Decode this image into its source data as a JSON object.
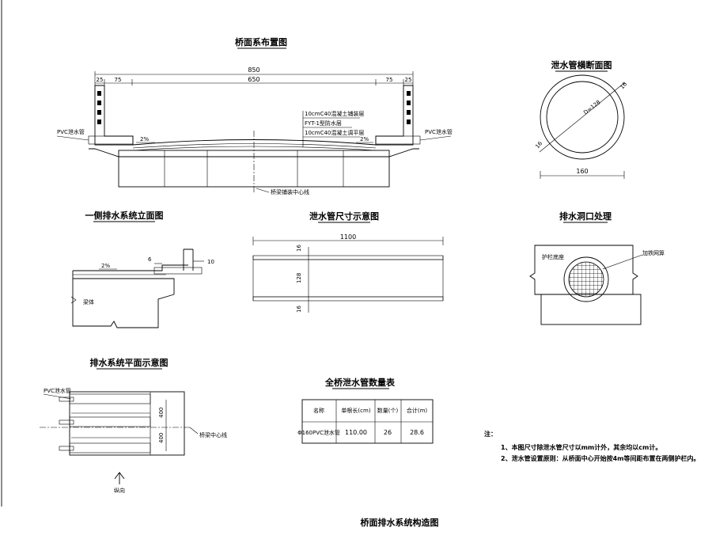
{
  "sheet_title": "桥面排水系统构造图",
  "layout_view": {
    "title": "桥面系布置图",
    "dims": {
      "total": "850",
      "inner": "650",
      "side_left": "25",
      "curb_left": "75",
      "curb_right": "75",
      "side_right": "25"
    },
    "layers": [
      "10cmC40混凝土铺装层",
      "FYT-1型防水层",
      "10cmC40混凝土调平层"
    ],
    "pipe_left": "PVC泄水管",
    "pipe_right": "PVC泄水管",
    "slope_left": "2%",
    "slope_right": "2%",
    "centerline": "桥梁铺装中心线"
  },
  "cross_section": {
    "title": "泄水管横断面图",
    "diameter": "D=128",
    "wall_a": "16",
    "wall_b": "16",
    "outer": "160"
  },
  "elevation_view": {
    "title": "一侧排水系统立面图",
    "slope": "2%",
    "dim_a": "6",
    "dim_b": "10",
    "label": "梁体"
  },
  "pipe_size": {
    "title": "泄水管尺寸示意图",
    "length": "1100",
    "wall_top": "16",
    "inner": "128",
    "wall_bottom": "16"
  },
  "outlet_view": {
    "title": "排水洞口处理",
    "label_left": "护栏底座",
    "label_right": "加铁网箅"
  },
  "plan_view": {
    "title": "排水系统平面示意图",
    "pipe": "PVC泄水管",
    "spacing_a": "400",
    "spacing_b": "400",
    "centerline": "桥梁中心线",
    "direction": "纵向"
  },
  "quantity_table": {
    "title": "全桥泄水管数量表",
    "headers": [
      "名称",
      "单根长(cm)",
      "数量(个)",
      "合计(m)"
    ],
    "rows": [
      [
        "Φ160PVC泄水管",
        "110.00",
        "26",
        "28.6"
      ]
    ]
  },
  "notes": {
    "heading": "注：",
    "items": [
      "1、本图尺寸除泄水管尺寸以mm计外，其余均以cm计。",
      "2、泄水管设置原则：从桥面中心开始按4m等间距布置在两侧护栏内。"
    ]
  }
}
